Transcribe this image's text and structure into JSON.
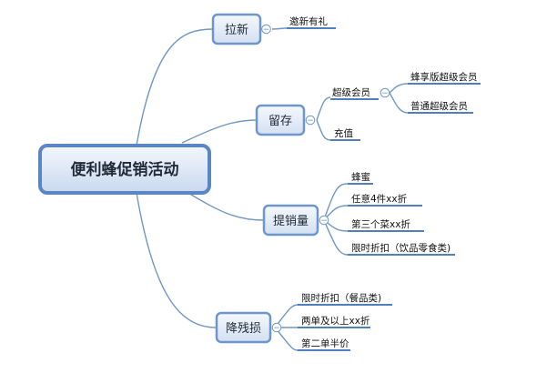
{
  "root": {
    "label": "便利蜂促销活动"
  },
  "branches": [
    {
      "label": "拉新",
      "children": [
        {
          "label": "邀新有礼",
          "children": []
        }
      ]
    },
    {
      "label": "留存",
      "children": [
        {
          "label": "超级会员",
          "children": [
            {
              "label": "蜂享版超级会员"
            },
            {
              "label": "普通超级会员"
            }
          ]
        },
        {
          "label": "充值",
          "children": []
        }
      ]
    },
    {
      "label": "提销量",
      "children": [
        {
          "label": "蜂蜜",
          "children": []
        },
        {
          "label": "任意4件xx折",
          "children": []
        },
        {
          "label": "第三个菜xx折",
          "children": []
        },
        {
          "label": "限时折扣（饮品零食类)",
          "children": []
        }
      ]
    },
    {
      "label": "降残损",
      "children": [
        {
          "label": "限时折扣（餐品类)",
          "children": []
        },
        {
          "label": "两单及以上xx折",
          "children": []
        },
        {
          "label": "第二单半价",
          "children": []
        }
      ]
    }
  ],
  "collapse_symbol": "−",
  "colors": {
    "root_border": "#5b86c5",
    "root_fill_top": "#f3f7fc",
    "root_fill_bottom": "#c9d9ef",
    "branch_border": "#6d96cc",
    "branch_fill_top": "#f5f8fd",
    "branch_fill_bottom": "#d3e0f1",
    "connector": "#6f97c4",
    "leaf_underline": "#4f7fbf"
  }
}
